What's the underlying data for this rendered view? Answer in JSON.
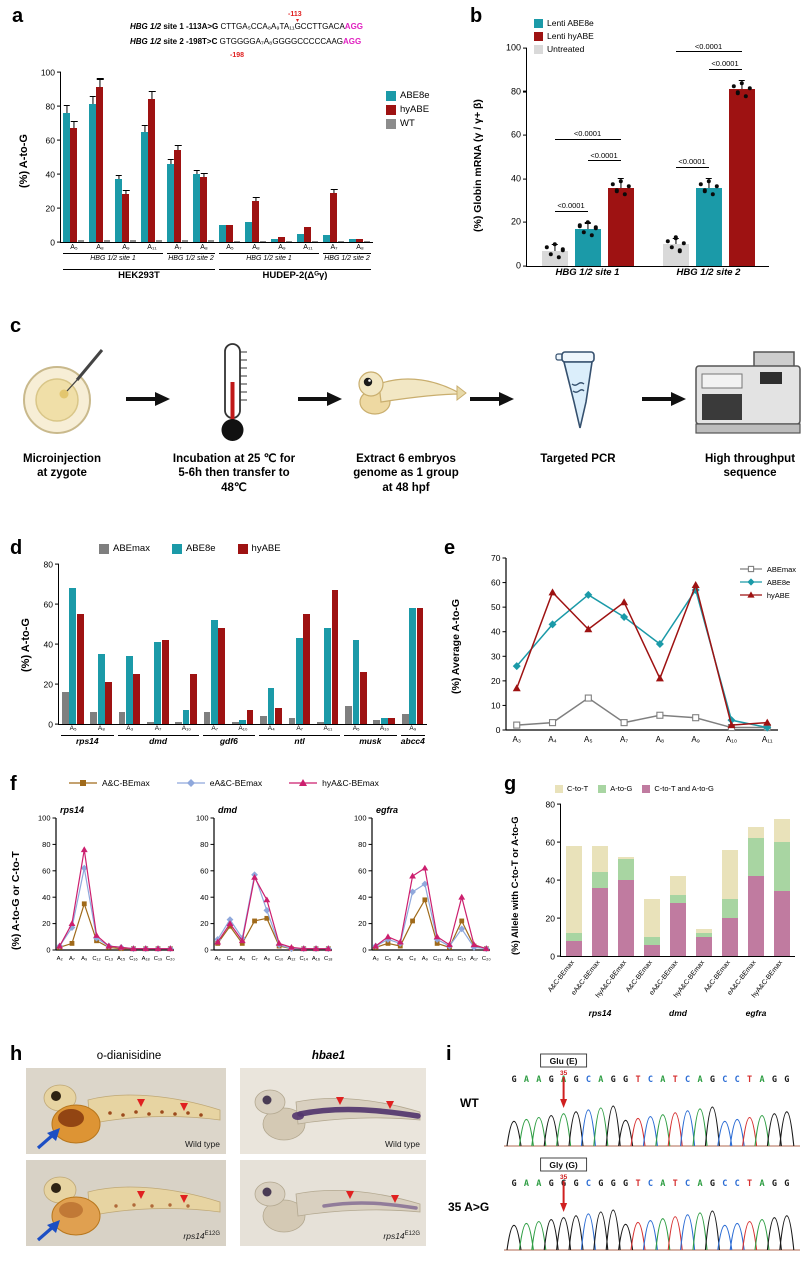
{
  "icons": {
    "down_arrow": "▾"
  },
  "panels": {
    "a": {
      "label": "a",
      "seqs": [
        {
          "gene": "HBG 1/2",
          "rest": " site 1 -113A>G ",
          "seq": "CTTGA₅CCA₈A₉TA₁₁GCCTTGACA",
          "pam": "AGG",
          "annot": "-113"
        },
        {
          "gene": "HBG 1/2",
          "rest": " site 2 -198T>C ",
          "seq": "GTGGGGA₇A₈GGGGCCCCCAAG",
          "pam": "AGG",
          "annot": "-198"
        }
      ]
    },
    "b": {
      "label": "b"
    },
    "c": {
      "label": "c",
      "steps": [
        {
          "icon": "zygote-microinjection-icon",
          "caption": "Microinjection\nat zygote"
        },
        {
          "icon": "thermometer-icon",
          "caption": "Incubation at 25 ℃ for\n5-6h then transfer to 48℃"
        },
        {
          "icon": "zebrafish-embryo-icon",
          "caption": "Extract 6 embryos\ngenome as 1 group\nat 48 hpf"
        },
        {
          "icon": "pcr-tube-icon",
          "caption": "Targeted PCR"
        },
        {
          "icon": "sequencer-icon",
          "caption": "High throughput\nsequence"
        }
      ]
    },
    "d": {
      "label": "d"
    },
    "e": {
      "label": "e"
    },
    "f": {
      "label": "f",
      "ylabel": "(%) A-to-G or C-to-T"
    },
    "g": {
      "label": "g"
    },
    "h": {
      "label": "h",
      "col_headers": [
        "o-dianisidine",
        "hbae1"
      ],
      "images": [
        {
          "caption": "Wild type",
          "sup": ""
        },
        {
          "caption": "Wild type",
          "sup": ""
        },
        {
          "caption": "rps14",
          "sup": "E12G"
        },
        {
          "caption": "rps14",
          "sup": "E12G"
        }
      ]
    },
    "i": {
      "label": "i",
      "base_colors": {
        "A": "#2f9e44",
        "C": "#2b6cd4",
        "G": "#1a1a1a",
        "T": "#d63030"
      },
      "traces": [
        {
          "name": "WT",
          "aa_label": "Glu (E)",
          "pos_label": "35",
          "seq": "GAAGAGCAGGTCATCAGCCTAGG",
          "arrow_index": 4
        },
        {
          "name": "35 A>G",
          "aa_label": "Gly (G)",
          "pos_label": "35",
          "seq": "GAAGGGCGGGTCATCAGCCTAGG",
          "arrow_index": 4
        }
      ]
    }
  },
  "chart_data": [
    {
      "id": "a",
      "type": "bar",
      "ylabel": "(%) A-to-G",
      "ylim": [
        0,
        100
      ],
      "yticks": [
        0,
        20,
        40,
        60,
        80,
        100
      ],
      "series": [
        {
          "name": "ABE8e",
          "color": "#1b9aa8"
        },
        {
          "name": "hyABE",
          "color": "#9e1212"
        },
        {
          "name": "WT",
          "color": "#8c8c8c"
        }
      ],
      "groups": [
        {
          "pos": "A₅",
          "vals": [
            76,
            67,
            1
          ]
        },
        {
          "pos": "A₈",
          "vals": [
            81,
            91,
            1
          ]
        },
        {
          "pos": "A₉",
          "vals": [
            37,
            28,
            1
          ]
        },
        {
          "pos": "A₁₁",
          "vals": [
            65,
            84,
            1
          ]
        },
        {
          "pos": "A₇",
          "vals": [
            46,
            54,
            1
          ]
        },
        {
          "pos": "A₈",
          "vals": [
            40,
            38,
            1
          ]
        },
        {
          "pos": "A₅",
          "vals": [
            10,
            10,
            0.5
          ]
        },
        {
          "pos": "A₈",
          "vals": [
            12,
            24,
            0.5
          ]
        },
        {
          "pos": "A₉",
          "vals": [
            2,
            3,
            0.3
          ]
        },
        {
          "pos": "A₁₁",
          "vals": [
            5,
            9,
            0.3
          ]
        },
        {
          "pos": "A₇",
          "vals": [
            4,
            29,
            0.3
          ]
        },
        {
          "pos": "A₈",
          "vals": [
            2,
            2,
            0.3
          ]
        }
      ],
      "site_brackets": [
        {
          "label": "HBG 1/2 site 1",
          "from": 0,
          "to": 3
        },
        {
          "label": "HBG 1/2 site 2",
          "from": 4,
          "to": 5
        },
        {
          "label": "HBG 1/2 site 1",
          "from": 6,
          "to": 9
        },
        {
          "label": "HBG 1/2 site 2",
          "from": 10,
          "to": 11
        }
      ],
      "cell_brackets": [
        {
          "label": "HEK293T",
          "from": 0,
          "to": 5
        },
        {
          "label": "HUDEP-2(Δᴳγ)",
          "from": 6,
          "to": 11
        }
      ]
    },
    {
      "id": "b",
      "type": "bar",
      "ylabel": "(%) Globin mRNA (γ / γ+ β)",
      "ylim": [
        0,
        100
      ],
      "yticks": [
        0,
        20,
        40,
        60,
        80,
        100
      ],
      "series": [
        {
          "name": "Lenti ABE8e",
          "color": "#1b9aa8"
        },
        {
          "name": "Lenti hyABE",
          "color": "#9e1212"
        },
        {
          "name": "Untreated",
          "color": "#d9d9d9"
        }
      ],
      "bars_order": [
        2,
        0,
        1
      ],
      "groups": [
        {
          "label": "HBG 1/2 site 1",
          "vals": [
            7,
            17,
            36
          ]
        },
        {
          "label": "HBG 1/2 site 2",
          "vals": [
            10,
            36,
            81
          ]
        }
      ],
      "sig": [
        {
          "group": 0,
          "from": 0,
          "to": 1,
          "y": 25,
          "label": "<0.0001"
        },
        {
          "group": 0,
          "from": 1,
          "to": 2,
          "y": 48,
          "label": "<0.0001"
        },
        {
          "group": 0,
          "from": 0,
          "to": 2,
          "y": 58,
          "label": "<0.0001"
        },
        {
          "group": 1,
          "from": 0,
          "to": 1,
          "y": 45,
          "label": "<0.0001"
        },
        {
          "group": 1,
          "from": 1,
          "to": 2,
          "y": 90,
          "label": "<0.0001"
        },
        {
          "group": 1,
          "from": 0,
          "to": 2,
          "y": 98,
          "label": "<0.0001"
        }
      ]
    },
    {
      "id": "d",
      "type": "bar",
      "ylabel": "(%) A-to-G",
      "ylim": [
        0,
        80
      ],
      "yticks": [
        0,
        20,
        40,
        60,
        80
      ],
      "series": [
        {
          "name": "ABEmax",
          "color": "#7f7f7f"
        },
        {
          "name": "ABE8e",
          "color": "#1b9aa8"
        },
        {
          "name": "hyABE",
          "color": "#9e1212"
        }
      ],
      "groups": [
        {
          "pos": "A₅",
          "vals": [
            16,
            68,
            55
          ]
        },
        {
          "pos": "A₈",
          "vals": [
            6,
            35,
            21
          ]
        },
        {
          "pos": "A₃",
          "vals": [
            6,
            34,
            25
          ]
        },
        {
          "pos": "A₇",
          "vals": [
            1,
            41,
            42
          ]
        },
        {
          "pos": "A₁₀",
          "vals": [
            1,
            7,
            25
          ]
        },
        {
          "pos": "A₇",
          "vals": [
            6,
            52,
            48
          ]
        },
        {
          "pos": "A₁₀",
          "vals": [
            1,
            2,
            7
          ]
        },
        {
          "pos": "A₄",
          "vals": [
            4,
            18,
            8
          ]
        },
        {
          "pos": "A₇",
          "vals": [
            3,
            43,
            55
          ]
        },
        {
          "pos": "A₁₁",
          "vals": [
            1,
            48,
            67
          ]
        },
        {
          "pos": "A₅",
          "vals": [
            9,
            42,
            26
          ]
        },
        {
          "pos": "A₁₀",
          "vals": [
            2,
            3,
            3
          ]
        },
        {
          "pos": "A₉",
          "vals": [
            5,
            58,
            58
          ]
        }
      ],
      "gene_brackets": [
        {
          "label": "rps14",
          "from": 0,
          "to": 1
        },
        {
          "label": "dmd",
          "from": 2,
          "to": 4
        },
        {
          "label": "gdf6",
          "from": 5,
          "to": 6
        },
        {
          "label": "ntl",
          "from": 7,
          "to": 9
        },
        {
          "label": "musk",
          "from": 10,
          "to": 11
        },
        {
          "label": "abcc4",
          "from": 12,
          "to": 12
        }
      ]
    },
    {
      "id": "e",
      "type": "line",
      "ylabel": "(%) Average A-to-G",
      "ylim": [
        0,
        70
      ],
      "yticks": [
        0,
        10,
        20,
        30,
        40,
        50,
        60,
        70
      ],
      "x": [
        "A₃",
        "A₄",
        "A₅",
        "A₇",
        "A₈",
        "A₉",
        "A₁₀",
        "A₁₁"
      ],
      "series": [
        {
          "name": "ABEmax",
          "color": "#7f7f7f",
          "marker": "osquare",
          "values": [
            2,
            3,
            13,
            3,
            6,
            5,
            1,
            1
          ]
        },
        {
          "name": "ABE8e",
          "color": "#1b9aa8",
          "marker": "diamond",
          "values": [
            26,
            43,
            55,
            46,
            35,
            57,
            4,
            1
          ]
        },
        {
          "name": "hyABE",
          "color": "#9e1212",
          "marker": "triangle",
          "values": [
            17,
            56,
            41,
            52,
            21,
            59,
            2,
            3
          ]
        }
      ]
    },
    {
      "id": "f1",
      "type": "line",
      "title": "rps14",
      "ylim": [
        0,
        100
      ],
      "yticks": [
        0,
        20,
        40,
        60,
        80,
        100
      ],
      "x": [
        "A₂",
        "A₇",
        "A₉",
        "C₁₂",
        "C₁₃",
        "A₁₅",
        "C₁₆",
        "A₁₈",
        "C₁₉",
        "C₂₀"
      ],
      "series": [
        {
          "name": "A&C-BEmax",
          "color": "#a06a1a",
          "marker": "square",
          "values": [
            2,
            5,
            35,
            7,
            2,
            1,
            1,
            1,
            1,
            1
          ]
        },
        {
          "name": "eA&C-BEmax",
          "color": "#8fa8dc",
          "marker": "diamond",
          "values": [
            3,
            17,
            62,
            9,
            3,
            2,
            1,
            1,
            1,
            1
          ]
        },
        {
          "name": "hyA&C-BEmax",
          "color": "#cc1f6e",
          "marker": "triangle",
          "values": [
            3,
            20,
            76,
            11,
            3,
            2,
            1,
            1,
            1,
            1
          ]
        }
      ]
    },
    {
      "id": "f2",
      "type": "line",
      "title": "dmd",
      "ylim": [
        0,
        100
      ],
      "yticks": [
        0,
        20,
        40,
        60,
        80,
        100
      ],
      "x": [
        "A₂",
        "C₄",
        "A₅",
        "C₇",
        "A₈",
        "C₁₀",
        "A₁₂",
        "C₁₄",
        "A₁₆",
        "C₁₈"
      ],
      "series": [
        {
          "name": "A&C-BEmax",
          "color": "#a06a1a",
          "marker": "square",
          "values": [
            5,
            18,
            5,
            22,
            24,
            3,
            1,
            1,
            1,
            1
          ]
        },
        {
          "name": "eA&C-BEmax",
          "color": "#8fa8dc",
          "marker": "diamond",
          "values": [
            8,
            23,
            9,
            57,
            30,
            4,
            1,
            1,
            1,
            1
          ]
        },
        {
          "name": "hyA&C-BEmax",
          "color": "#cc1f6e",
          "marker": "triangle",
          "values": [
            6,
            20,
            7,
            55,
            38,
            5,
            2,
            1,
            1,
            1
          ]
        }
      ]
    },
    {
      "id": "f3",
      "type": "line",
      "title": "egfra",
      "ylim": [
        0,
        100
      ],
      "yticks": [
        0,
        20,
        40,
        60,
        80,
        100
      ],
      "x": [
        "A₃",
        "C₅",
        "A₆",
        "C₈",
        "A₉",
        "C₁₁",
        "A₁₃",
        "C₁₅",
        "A₁₇",
        "C₂₀"
      ],
      "series": [
        {
          "name": "A&C-BEmax",
          "color": "#a06a1a",
          "marker": "square",
          "values": [
            2,
            5,
            3,
            22,
            38,
            5,
            2,
            22,
            3,
            1
          ]
        },
        {
          "name": "eA&C-BEmax",
          "color": "#8fa8dc",
          "marker": "diamond",
          "values": [
            3,
            8,
            5,
            44,
            50,
            8,
            3,
            16,
            2,
            1
          ]
        },
        {
          "name": "hyA&C-BEmax",
          "color": "#cc1f6e",
          "marker": "triangle",
          "values": [
            3,
            10,
            6,
            56,
            62,
            10,
            4,
            40,
            4,
            1
          ]
        }
      ]
    },
    {
      "id": "g",
      "type": "stacked_bar",
      "ylabel": "(%) Allele with C-to-T or A-to-G",
      "ylim": [
        0,
        80
      ],
      "yticks": [
        0,
        20,
        40,
        60,
        80
      ],
      "stack_series": [
        {
          "name": "C-to-T",
          "color": "#e9e2ba"
        },
        {
          "name": "A-to-G",
          "color": "#a8d5a2"
        },
        {
          "name": "C-to-T and A-to-G",
          "color": "#c07ba0"
        }
      ],
      "bars": [
        {
          "label": "A&C-BEmax",
          "gene": "rps14",
          "c_to_t": 46,
          "a_to_g": 4,
          "both": 8
        },
        {
          "label": "eA&C-BEmax",
          "gene": "rps14",
          "c_to_t": 14,
          "a_to_g": 8,
          "both": 36
        },
        {
          "label": "hyA&C-BEmax",
          "gene": "rps14",
          "c_to_t": 1,
          "a_to_g": 11,
          "both": 40
        },
        {
          "label": "A&C-BEmax",
          "gene": "dmd",
          "c_to_t": 20,
          "a_to_g": 4,
          "both": 6
        },
        {
          "label": "eA&C-BEmax",
          "gene": "dmd",
          "c_to_t": 10,
          "a_to_g": 4,
          "both": 28
        },
        {
          "label": "hyA&C-BEmax",
          "gene": "dmd",
          "c_to_t": 2,
          "a_to_g": 2,
          "both": 10
        },
        {
          "label": "A&C-BEmax",
          "gene": "egfra",
          "c_to_t": 26,
          "a_to_g": 10,
          "both": 20
        },
        {
          "label": "eA&C-BEmax",
          "gene": "egfra",
          "c_to_t": 6,
          "a_to_g": 20,
          "both": 42
        },
        {
          "label": "hyA&C-BEmax",
          "gene": "egfra",
          "c_to_t": 12,
          "a_to_g": 26,
          "both": 34
        }
      ],
      "gene_groups": [
        {
          "label": "rps14",
          "from": 0,
          "to": 2
        },
        {
          "label": "dmd",
          "from": 3,
          "to": 5
        },
        {
          "label": "egfra",
          "from": 6,
          "to": 8
        }
      ]
    }
  ]
}
